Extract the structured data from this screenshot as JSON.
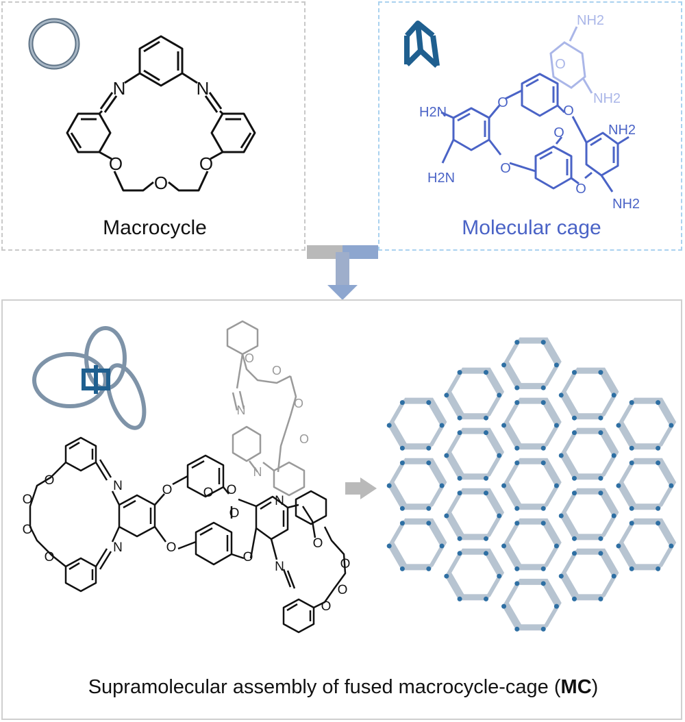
{
  "colors": {
    "macro_border": "#c8c8c8",
    "cage_border": "#a9d1ef",
    "bottom_border": "#cfcfcf",
    "cage_text": "#4a63c6",
    "cage_faint": "#aab6e8",
    "ring_steel": "#7e93a8",
    "cage_icon": "#1f5f8f",
    "framework_node": "#2e6fa3",
    "framework_bar": "#b7c4d1",
    "arrow_gray": "#b9b9b9",
    "arrow_blue": "#8da6cf"
  },
  "icons": [
    "ring-icon",
    "cage-icon",
    "macrocycle-cage-icon",
    "right-arrow-icon",
    "merge-arrow-icon"
  ],
  "macrocycle": {
    "caption": "Macrocycle",
    "atoms": [
      "N",
      "N",
      "O",
      "O",
      "O"
    ]
  },
  "cage": {
    "caption": "Molecular cage",
    "atoms": [
      "NH2",
      "NH2",
      "H2N",
      "H2N",
      "NH2",
      "NH2",
      "O",
      "O",
      "O",
      "O",
      "O",
      "O"
    ]
  },
  "bottom": {
    "caption_main": "Supramolecular assembly of fused macrocycle-cage (",
    "caption_bold": "MC",
    "caption_end": ")",
    "atoms": [
      "N",
      "N",
      "N",
      "N",
      "N",
      "N",
      "O",
      "O",
      "O",
      "O",
      "O",
      "O",
      "O",
      "O",
      "O",
      "O",
      "O",
      "O",
      "O",
      "O",
      "O",
      "O",
      "O",
      "O"
    ]
  }
}
